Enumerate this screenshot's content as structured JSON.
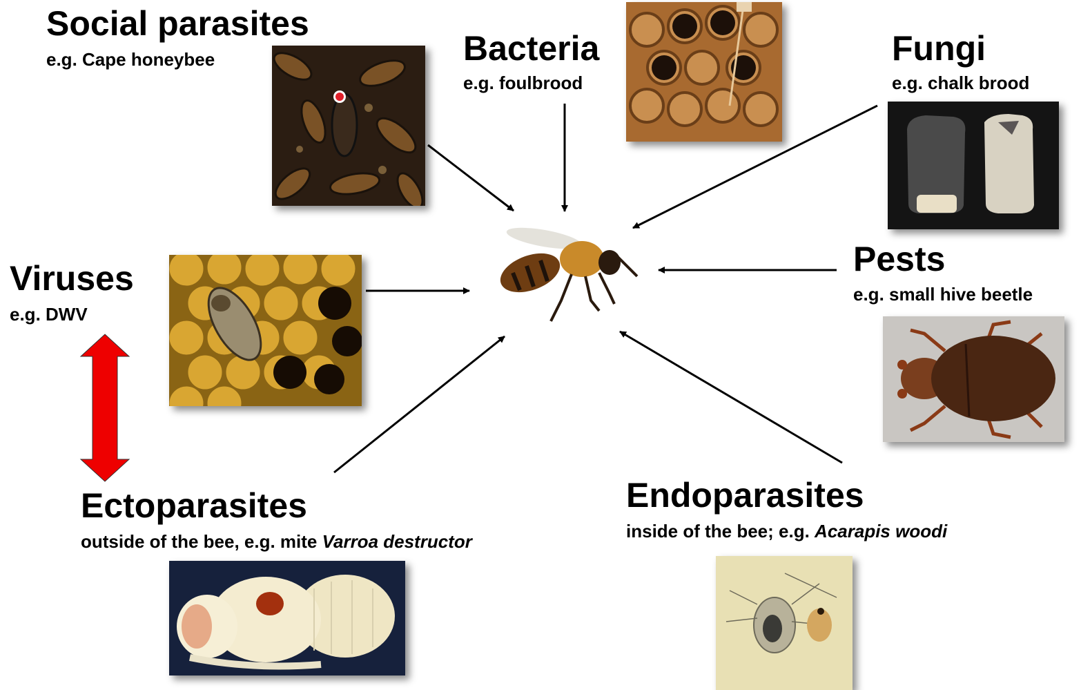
{
  "categories": {
    "social_parasites": {
      "title": "Social parasites",
      "subtitle": "e.g. Cape honeybee"
    },
    "bacteria": {
      "title": "Bacteria",
      "subtitle": "e.g. foulbrood"
    },
    "fungi": {
      "title": "Fungi",
      "subtitle": "e.g. chalk brood"
    },
    "viruses": {
      "title": "Viruses",
      "subtitle": "e.g. DWV"
    },
    "pests": {
      "title": "Pests",
      "subtitle": "e.g. small hive beetle"
    },
    "ectoparasites": {
      "title": "Ectoparasites",
      "subtitle_prefix": "outside of the bee, e.g. mite ",
      "subtitle_species": "Varroa destructor"
    },
    "endoparasites": {
      "title": "Endoparasites",
      "subtitle_prefix": "inside of the bee; e.g. ",
      "subtitle_species": "Acarapis woodi"
    }
  },
  "photos": {
    "social_parasites": "cape-honeybee-photo",
    "bacteria": "foulbrood-comb-photo",
    "fungi": "chalk-brood-mummies-photo",
    "viruses": "dwv-bee-on-comb-photo",
    "pests": "small-hive-beetle-photo",
    "ectoparasites": "varroa-on-pupa-photo",
    "endoparasites": "tracheal-mite-micrograph",
    "center": "honeybee-center-image"
  },
  "colors": {
    "double_arrow": "#ee0000",
    "arrow": "#000000"
  }
}
